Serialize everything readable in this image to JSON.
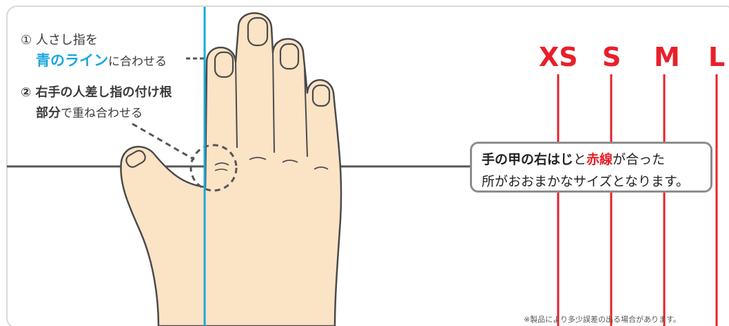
{
  "instructions": {
    "step1_line1": "① 人さし指を",
    "step1_blue": "青のライン",
    "step1_rest": "に合わせる",
    "step2_line1": "② 右手の人差し指の付け根",
    "step2_bold": "部分",
    "step2_rest": "で重ね合わせる"
  },
  "sizes": [
    "XS",
    "S",
    "M",
    "L"
  ],
  "callout": {
    "line1_bold": "手の甲の右はじ",
    "line1_mid": "と",
    "line1_red": "赤線",
    "line1_rest": "が合った",
    "line2": "所がおおまかなサイズとなります。"
  },
  "footnote": "※製品により多少誤差の出る場合があります。",
  "colors": {
    "guide_blue": "#1aa7dc",
    "size_red": "#e8202a",
    "skin": "#fbe3c6",
    "outline": "#4a4a4a"
  }
}
